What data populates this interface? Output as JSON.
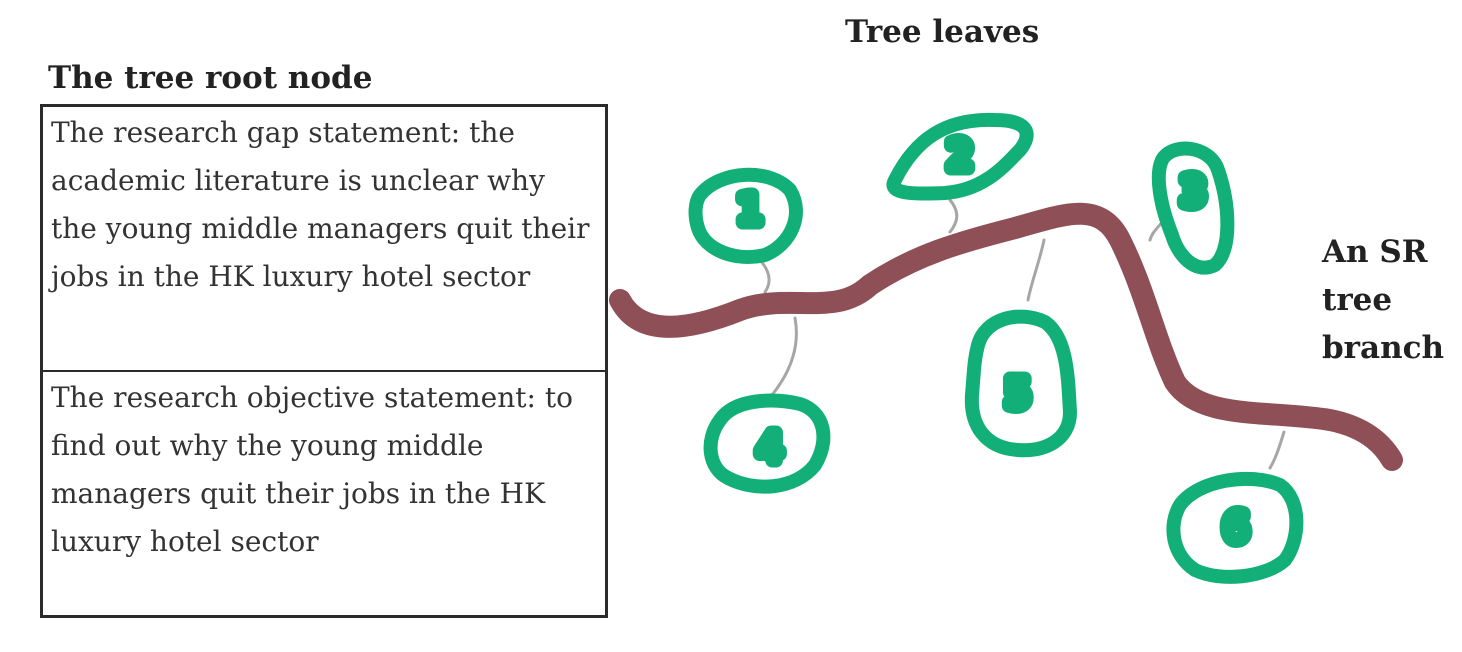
{
  "titles": {
    "root": "The tree root node",
    "leaves": "Tree leaves",
    "branch": "An SR tree branch"
  },
  "root_node": {
    "gap_statement": "The research gap statement: the academic literature is unclear why the young middle managers quit their jobs in the HK luxury hotel sector",
    "objective_statement": "The research objective statement: to find out why the young middle managers quit their jobs in the HK luxury hotel sector"
  },
  "leaves": [
    {
      "label": "1"
    },
    {
      "label": "2"
    },
    {
      "label": "3"
    },
    {
      "label": "4"
    },
    {
      "label": "5"
    },
    {
      "label": "6"
    }
  ],
  "colors": {
    "branch": "#8e4f57",
    "leaf": "#12b078",
    "stem": "#a6a6a6",
    "box_border": "#2b2b2b"
  }
}
